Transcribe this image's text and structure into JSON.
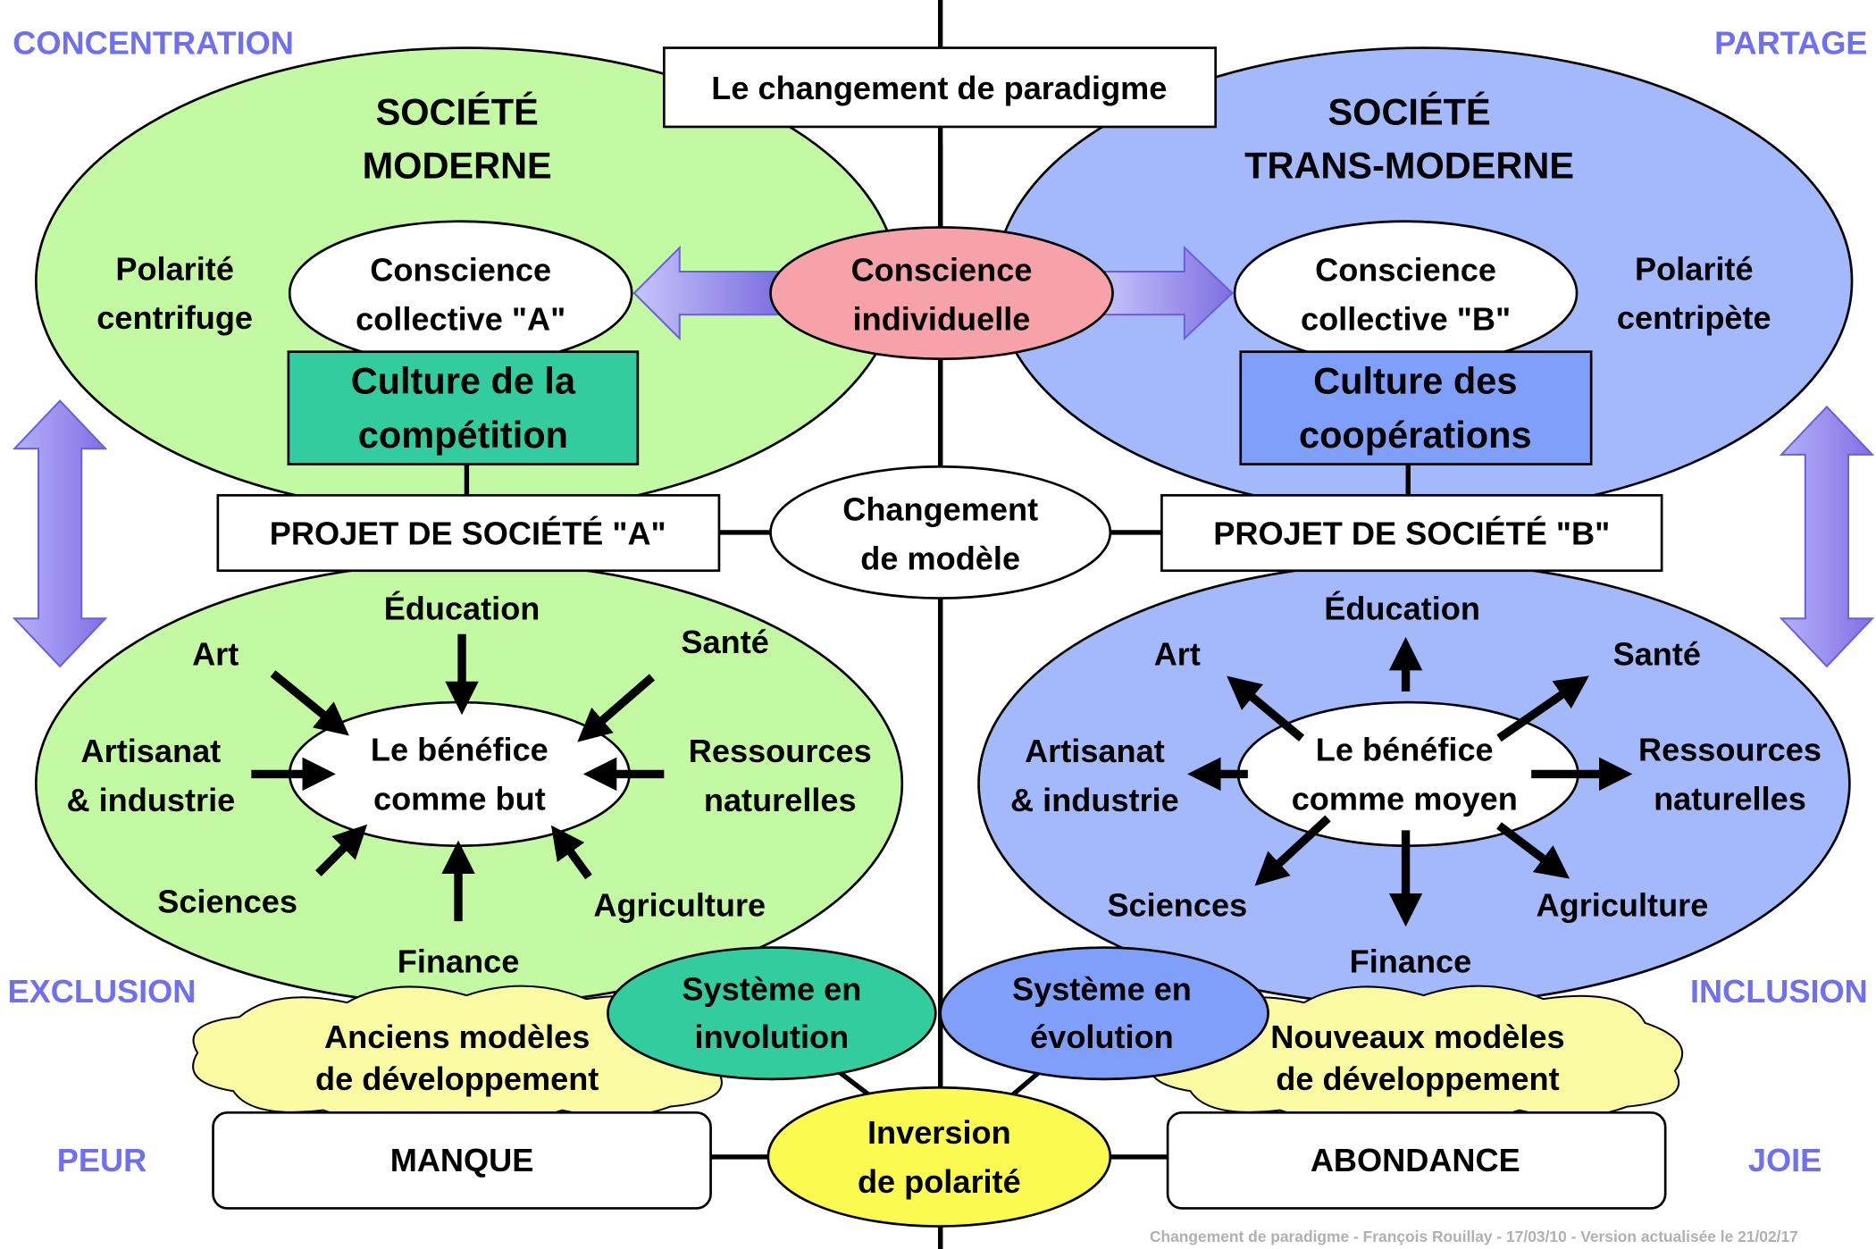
{
  "title": "Le changement de paradigme",
  "corners": {
    "top_left": "CONCENTRATION",
    "top_right": "PARTAGE",
    "mid_left": "EXCLUSION",
    "mid_right": "INCLUSION",
    "bottom_left": "PEUR",
    "bottom_right": "JOIE"
  },
  "left": {
    "society": [
      "SOCIÉTÉ",
      "MODERNE"
    ],
    "polarity": [
      "Polarité",
      "centrifuge"
    ],
    "collective": [
      "Conscience",
      "collective \"A\""
    ],
    "culture": [
      "Culture de la",
      "compétition"
    ],
    "project": "PROJET DE SOCIÉTÉ \"A\"",
    "benefit": [
      "Le bénéfice",
      "comme but"
    ],
    "sectors": {
      "education": "Éducation",
      "art": "Art",
      "sante": "Santé",
      "artisanat": [
        "Artisanat",
        "& industrie"
      ],
      "ressources": [
        "Ressources",
        "naturelles"
      ],
      "sciences": "Sciences",
      "agriculture": "Agriculture",
      "finance": "Finance"
    },
    "system": [
      "Système en",
      "involution"
    ],
    "models": [
      "Anciens modèles",
      "de développement"
    ],
    "base": "MANQUE"
  },
  "right": {
    "society": [
      "SOCIÉTÉ",
      "TRANS-MODERNE"
    ],
    "polarity": [
      "Polarité",
      "centripète"
    ],
    "collective": [
      "Conscience",
      "collective \"B\""
    ],
    "culture": [
      "Culture des",
      "coopérations"
    ],
    "project": "PROJET DE SOCIÉTÉ \"B\"",
    "benefit": [
      "Le bénéfice",
      "comme moyen"
    ],
    "sectors": {
      "education": "Éducation",
      "art": "Art",
      "sante": "Santé",
      "artisanat": [
        "Artisanat",
        "& industrie"
      ],
      "ressources": [
        "Ressources",
        "naturelles"
      ],
      "sciences": "Sciences",
      "agriculture": "Agriculture",
      "finance": "Finance"
    },
    "system": [
      "Système en",
      "évolution"
    ],
    "models": [
      "Nouveaux modèles",
      "de développement"
    ],
    "base": "ABONDANCE"
  },
  "center": {
    "individual": [
      "Conscience",
      "individuelle"
    ],
    "model_change": [
      "Changement",
      "de modèle"
    ],
    "inversion": [
      "Inversion",
      "de polarité"
    ]
  },
  "footer": "Changement de paradigme - François Rouillay - 17/03/10 - Version actualisée le 21/02/17",
  "colors": {
    "green": "#c4f9a4",
    "blue": "#a3b9fb",
    "teal": "#33cc9f",
    "coop": "#7f9ffa",
    "pink": "#f7a1a8",
    "yellow": "#fafa50",
    "cloud": "#fafaa2",
    "purple": "#7070f0"
  }
}
